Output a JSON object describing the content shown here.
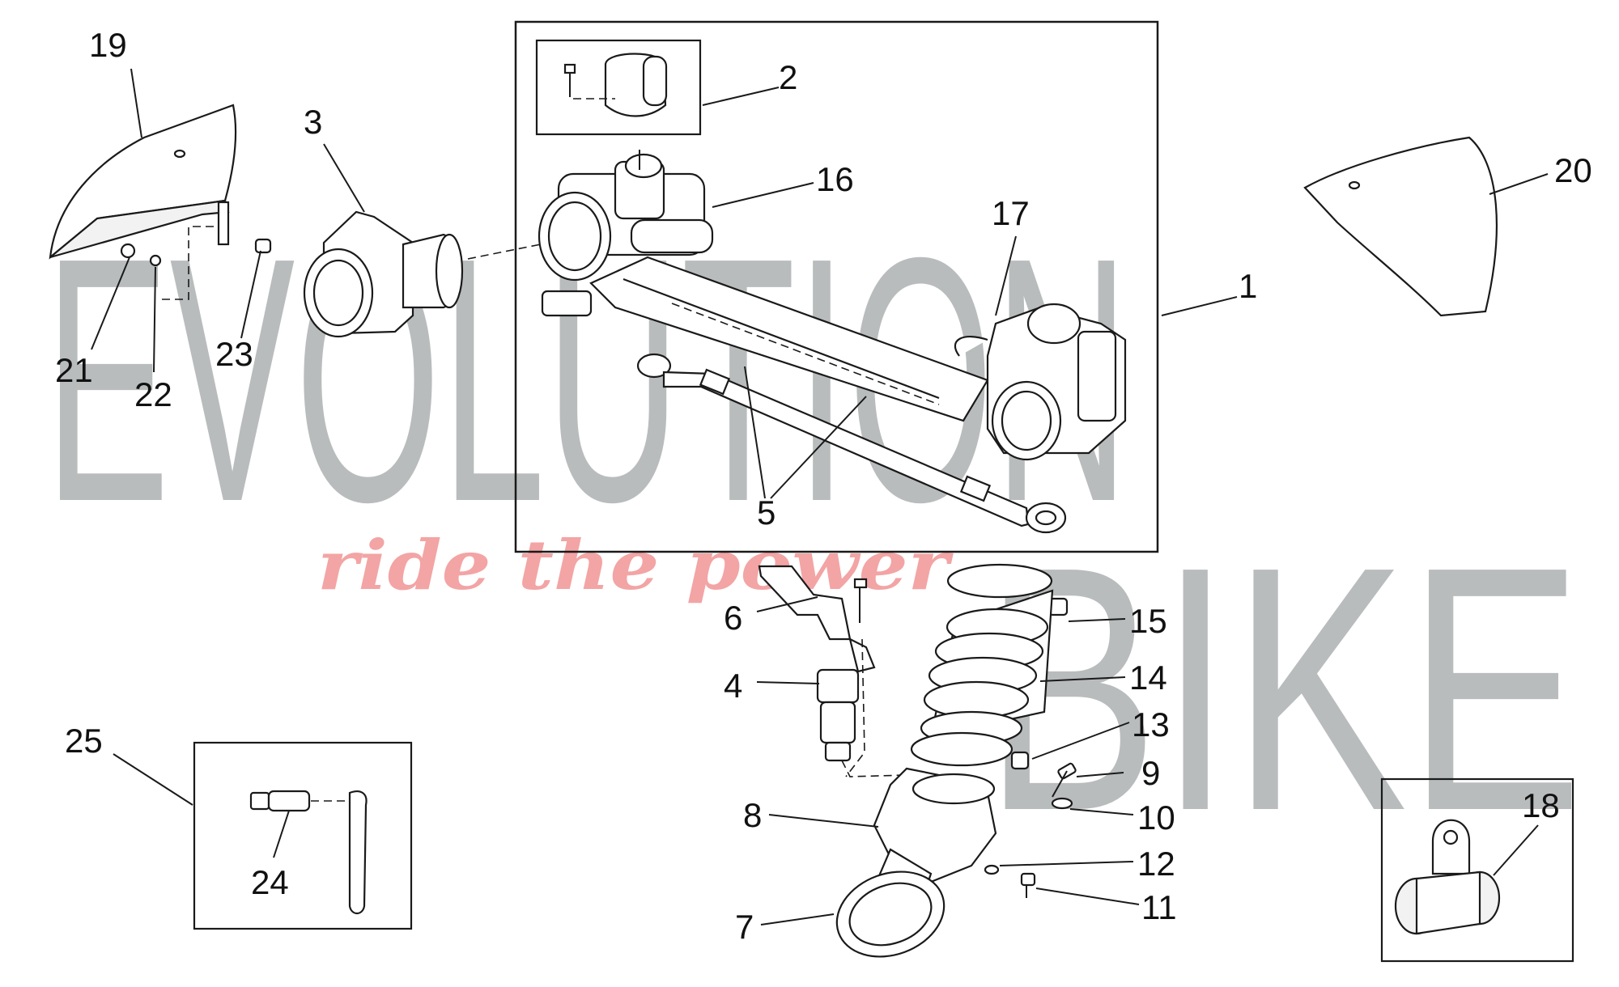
{
  "watermark": {
    "word_top": "EVOLUTION",
    "word_bottom": "BIKE",
    "tagline": "ride the power",
    "color_gray": "#b9bcbd",
    "color_red": "#f3a4a4"
  },
  "callouts": {
    "c1": "1",
    "c2": "2",
    "c3": "3",
    "c4": "4",
    "c5": "5",
    "c6": "6",
    "c7": "7",
    "c8": "8",
    "c9": "9",
    "c10": "10",
    "c11": "11",
    "c12": "12",
    "c13": "13",
    "c14": "14",
    "c15": "15",
    "c16": "16",
    "c17": "17",
    "c18": "18",
    "c19": "19",
    "c20": "20",
    "c21": "21",
    "c22": "22",
    "c23": "23",
    "c24": "24",
    "c25": "25"
  }
}
